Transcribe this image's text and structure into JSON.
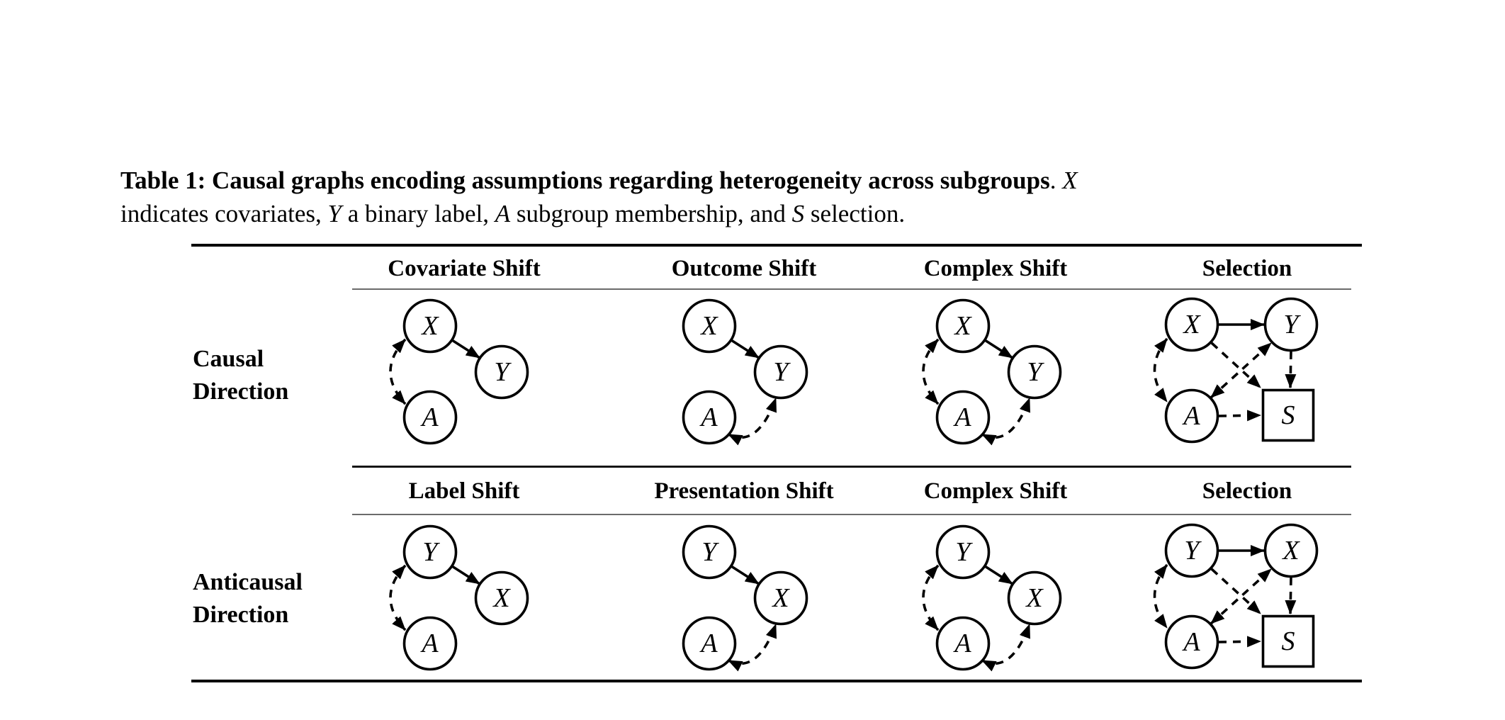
{
  "page": {
    "background": "#ffffff",
    "ink": "#000000",
    "thin_rule_color": "#6b6b6b"
  },
  "caption": {
    "segments": [
      "Table 1: Causal graphs encoding assumptions regarding heterogeneity across subgroups",
      ". ",
      "X",
      " indicates covariates, ",
      "Y",
      " a binary label, ",
      "A",
      " subgroup membership, and ",
      "S",
      " selection."
    ]
  },
  "table": {
    "sections": [
      {
        "row_label": [
          "Causal",
          "Direction"
        ],
        "headers": [
          "Covariate Shift",
          "Outcome Shift",
          "Complex Shift",
          "Selection"
        ],
        "graphs": [
          {
            "name": "covariate-shift",
            "nodes": {
              "top": "X",
              "right": "Y",
              "bottom": "A"
            },
            "edges": [
              "X -> Y (solid)",
              "X <-> A (dashed)"
            ]
          },
          {
            "name": "outcome-shift",
            "nodes": {
              "top": "X",
              "right": "Y",
              "bottom": "A"
            },
            "edges": [
              "X -> Y (solid)",
              "A <-> Y (dashed)"
            ]
          },
          {
            "name": "complex-shift",
            "nodes": {
              "top": "X",
              "right": "Y",
              "bottom": "A"
            },
            "edges": [
              "X -> Y (solid)",
              "X <-> A (dashed)",
              "A <-> Y (dashed)"
            ]
          },
          {
            "name": "selection",
            "nodes": {
              "top_left": "X",
              "top_right": "Y",
              "bottom_left": "A",
              "bottom_right": "S"
            },
            "edges": [
              "X -> Y (solid)",
              "X <-> A (dashed)",
              "Y -> S (dashed)",
              "A -> S (dashed)",
              "X -> S (dashed)",
              "A <-> Y (dashed)"
            ]
          }
        ]
      },
      {
        "row_label": [
          "Anticausal",
          "Direction"
        ],
        "headers": [
          "Label Shift",
          "Presentation Shift",
          "Complex Shift",
          "Selection"
        ],
        "graphs": [
          {
            "name": "label-shift",
            "nodes": {
              "top": "Y",
              "right": "X",
              "bottom": "A"
            },
            "edges": [
              "Y -> X (solid)",
              "Y <-> A (dashed)"
            ]
          },
          {
            "name": "presentation-shift",
            "nodes": {
              "top": "Y",
              "right": "X",
              "bottom": "A"
            },
            "edges": [
              "Y -> X (solid)",
              "A <-> X (dashed)"
            ]
          },
          {
            "name": "complex-shift",
            "nodes": {
              "top": "Y",
              "right": "X",
              "bottom": "A"
            },
            "edges": [
              "Y -> X (solid)",
              "Y <-> A (dashed)",
              "A <-> X (dashed)"
            ]
          },
          {
            "name": "selection",
            "nodes": {
              "top_left": "Y",
              "top_right": "X",
              "bottom_left": "A",
              "bottom_right": "S"
            },
            "edges": [
              "Y -> X (solid)",
              "Y <-> A (dashed)",
              "X -> S (dashed)",
              "A -> S (dashed)",
              "Y -> S (dashed)",
              "A <-> X (dashed)"
            ]
          }
        ]
      }
    ]
  }
}
